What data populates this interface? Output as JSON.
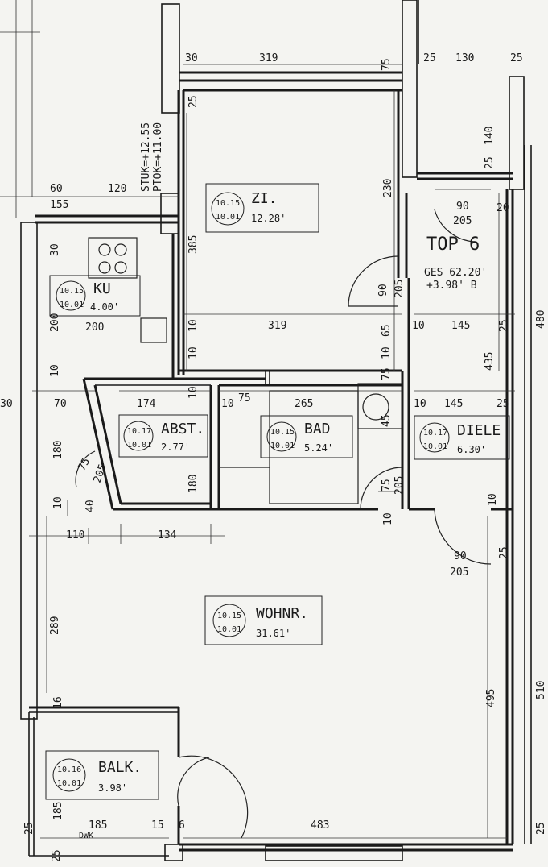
{
  "plan": {
    "unit_label": "TOP 6",
    "unit_area": "GES 62.20'",
    "unit_extra": "+3.98' B",
    "level_stuk": "STUK=+12.55",
    "level_ptok": "PTOK=+11.00"
  },
  "rooms": [
    {
      "id": "zi",
      "code_top": "10.15",
      "code_bottom": "10.01",
      "name": "ZI.",
      "area": "12.28'"
    },
    {
      "id": "ku",
      "code_top": "10.15",
      "code_bottom": "10.01",
      "name": "KU",
      "area": "4.00'"
    },
    {
      "id": "abst",
      "code_top": "10.17",
      "code_bottom": "10.01",
      "name": "ABST.",
      "area": "2.77'"
    },
    {
      "id": "bad",
      "code_top": "10.15",
      "code_bottom": "10.01",
      "name": "BAD",
      "area": "5.24'"
    },
    {
      "id": "diele",
      "code_top": "10.17",
      "code_bottom": "10.01",
      "name": "DIELE",
      "area": "6.30'"
    },
    {
      "id": "wohnr",
      "code_top": "10.15",
      "code_bottom": "10.01",
      "name": "WOHNR.",
      "area": "31.61'"
    },
    {
      "id": "balk",
      "code_top": "10.16",
      "code_bottom": "10.01",
      "name": "BALK.",
      "area": "3.98'"
    }
  ],
  "dims": {
    "d30a": "30",
    "d319a": "319",
    "d75a": "75",
    "d25a": "25",
    "d130": "130",
    "d25b": "25",
    "d140": "140",
    "d25c": "25",
    "d230": "230",
    "d385": "385",
    "d90a": "90",
    "d205a": "205",
    "d20": "20",
    "d60": "60",
    "d120": "120",
    "d155": "155",
    "d30b": "30",
    "d90b": "90",
    "d205b": "205",
    "d319b": "319",
    "d65": "65",
    "d10a": "10",
    "d10b": "10",
    "d145a": "145",
    "d435": "435",
    "d25d": "25",
    "d480": "480",
    "d200a": "200",
    "d200b": "200",
    "d10c": "10",
    "d10d": "10",
    "d30c": "30",
    "d70": "70",
    "d174": "174",
    "d10e": "10",
    "d75b": "75",
    "d265": "265",
    "d10f": "10",
    "d145b": "145",
    "d25e": "25",
    "d75c": "75",
    "d180a": "180",
    "d75d": "75",
    "d205c": "205",
    "d40": "40",
    "d180b": "180",
    "d10g": "10",
    "d75e": "75",
    "d205d": "205",
    "d10h": "10",
    "d10i": "10",
    "d110": "110",
    "d10j": "10",
    "d134": "134",
    "d90c": "90",
    "d205e": "205",
    "d25f": "25",
    "d289": "289",
    "d495": "495",
    "d510": "510",
    "d16": "16",
    "d185a": "185",
    "d185b": "185",
    "d15": "15",
    "d6": "6",
    "d483": "483",
    "d25g": "25",
    "d25h": "25",
    "dwk": "DWK",
    "d25i": "25",
    "d10k": "10",
    "d45": "45",
    "d25j": "25"
  }
}
